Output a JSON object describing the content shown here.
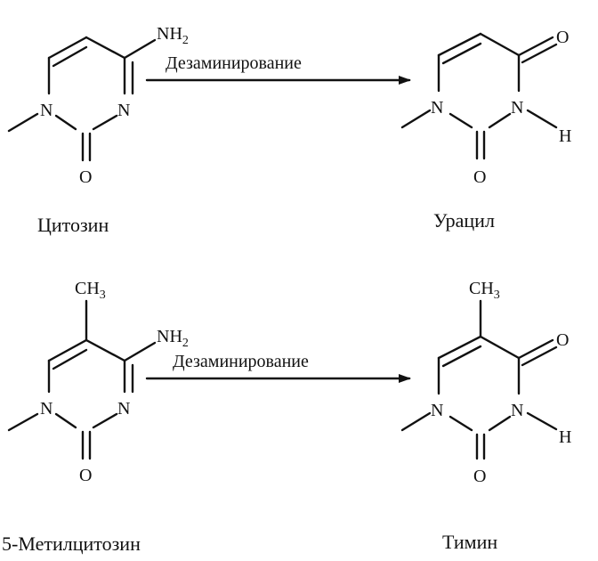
{
  "reactions": [
    {
      "arrow_label": "Дезаминирование",
      "reactant": {
        "name": "Цитозин",
        "substituent": "NH",
        "substituent_sub": "2",
        "n1": "N",
        "n3": "N",
        "oxygen": "O"
      },
      "product": {
        "name": "Урацил",
        "n1": "N",
        "n3": "N",
        "h": "H",
        "o2": "O",
        "o4": "O"
      }
    },
    {
      "arrow_label": "Дезаминирование",
      "reactant": {
        "name": "5-Метилцитозин",
        "methyl": "CH",
        "methyl_sub": "3",
        "substituent": "NH",
        "substituent_sub": "2",
        "n1": "N",
        "n3": "N",
        "oxygen": "O"
      },
      "product": {
        "name": "Тимин",
        "methyl": "CH",
        "methyl_sub": "3",
        "n1": "N",
        "n3": "N",
        "h": "H",
        "o2": "O",
        "o4": "O"
      }
    }
  ]
}
